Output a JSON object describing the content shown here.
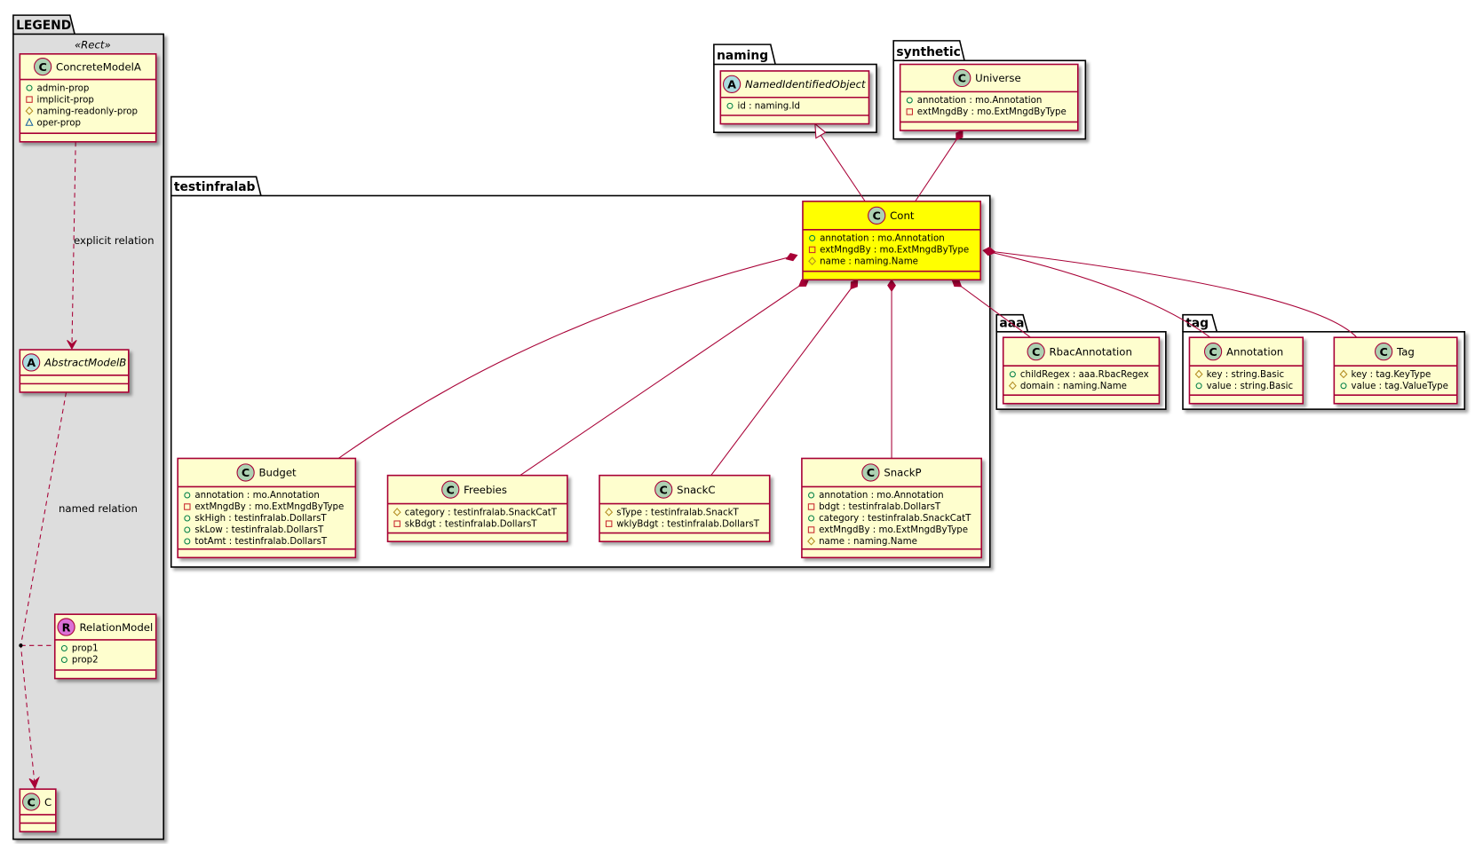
{
  "colors": {
    "class_fill": "#FEFECE",
    "class_border": "#A80036",
    "highlight_fill": "#FFFF00",
    "legend_fill": "#DDDDDD",
    "edge": "#A80036",
    "icon_class": "#ADD1B2",
    "icon_abstract": "#A9DCDF",
    "icon_relation": "#DA70D6",
    "vis_public": "#038048",
    "vis_private": "#C82930",
    "vis_protected": "#B38D22",
    "vis_package": "#1963A0"
  },
  "packages": [
    {
      "id": "legend",
      "label": "LEGEND"
    },
    {
      "id": "naming",
      "label": "naming"
    },
    {
      "id": "synthetic",
      "label": "synthetic"
    },
    {
      "id": "testinfralab",
      "label": "testinfralab"
    },
    {
      "id": "aaa",
      "label": "aaa"
    },
    {
      "id": "tag",
      "label": "tag"
    }
  ],
  "legend": {
    "stereotype": "«Rect»",
    "explicit_relation_label": "explicit relation",
    "named_relation_label": "named relation"
  },
  "classes": [
    {
      "id": "ConcreteModelA",
      "name": "ConcreteModelA",
      "kind": "class",
      "attributes": [
        {
          "vis": "public",
          "text": "admin-prop"
        },
        {
          "vis": "private",
          "text": "implicit-prop"
        },
        {
          "vis": "protected",
          "text": "naming-readonly-prop"
        },
        {
          "vis": "package",
          "text": "oper-prop"
        }
      ]
    },
    {
      "id": "AbstractModelB",
      "name": "AbstractModelB",
      "kind": "abstract",
      "attributes": []
    },
    {
      "id": "RelationModel",
      "name": "RelationModel",
      "kind": "relation",
      "attributes": [
        {
          "vis": "public",
          "text": "prop1"
        },
        {
          "vis": "public",
          "text": "prop2"
        }
      ]
    },
    {
      "id": "C",
      "name": "C",
      "kind": "class",
      "attributes": []
    },
    {
      "id": "NamedIdentifiedObject",
      "name": "NamedIdentifiedObject",
      "kind": "abstract",
      "attributes": [
        {
          "vis": "public",
          "text": "id : naming.Id"
        }
      ]
    },
    {
      "id": "Universe",
      "name": "Universe",
      "kind": "class",
      "attributes": [
        {
          "vis": "public",
          "text": "annotation : mo.Annotation"
        },
        {
          "vis": "private",
          "text": "extMngdBy : mo.ExtMngdByType"
        }
      ]
    },
    {
      "id": "Cont",
      "name": "Cont",
      "kind": "class",
      "highlighted": true,
      "attributes": [
        {
          "vis": "public",
          "text": "annotation : mo.Annotation"
        },
        {
          "vis": "private",
          "text": "extMngdBy : mo.ExtMngdByType"
        },
        {
          "vis": "protected",
          "text": "name : naming.Name"
        }
      ]
    },
    {
      "id": "Budget",
      "name": "Budget",
      "kind": "class",
      "attributes": [
        {
          "vis": "public",
          "text": "annotation : mo.Annotation"
        },
        {
          "vis": "private",
          "text": "extMngdBy : mo.ExtMngdByType"
        },
        {
          "vis": "public",
          "text": "skHigh : testinfralab.DollarsT"
        },
        {
          "vis": "public",
          "text": "skLow : testinfralab.DollarsT"
        },
        {
          "vis": "public",
          "text": "totAmt : testinfralab.DollarsT"
        }
      ]
    },
    {
      "id": "Freebies",
      "name": "Freebies",
      "kind": "class",
      "attributes": [
        {
          "vis": "protected",
          "text": "category : testinfralab.SnackCatT"
        },
        {
          "vis": "private",
          "text": "skBdgt : testinfralab.DollarsT"
        }
      ]
    },
    {
      "id": "SnackC",
      "name": "SnackC",
      "kind": "class",
      "attributes": [
        {
          "vis": "protected",
          "text": "sType : testinfralab.SnackT"
        },
        {
          "vis": "private",
          "text": "wklyBdgt : testinfralab.DollarsT"
        }
      ]
    },
    {
      "id": "SnackP",
      "name": "SnackP",
      "kind": "class",
      "attributes": [
        {
          "vis": "public",
          "text": "annotation : mo.Annotation"
        },
        {
          "vis": "private",
          "text": "bdgt : testinfralab.DollarsT"
        },
        {
          "vis": "public",
          "text": "category : testinfralab.SnackCatT"
        },
        {
          "vis": "private",
          "text": "extMngdBy : mo.ExtMngdByType"
        },
        {
          "vis": "protected",
          "text": "name : naming.Name"
        }
      ]
    },
    {
      "id": "RbacAnnotation",
      "name": "RbacAnnotation",
      "kind": "class",
      "attributes": [
        {
          "vis": "public",
          "text": "childRegex : aaa.RbacRegex"
        },
        {
          "vis": "protected",
          "text": "domain : naming.Name"
        }
      ]
    },
    {
      "id": "Annotation",
      "name": "Annotation",
      "kind": "class",
      "attributes": [
        {
          "vis": "protected",
          "text": "key : string.Basic"
        },
        {
          "vis": "public",
          "text": "value : string.Basic"
        }
      ]
    },
    {
      "id": "Tag",
      "name": "Tag",
      "kind": "class",
      "attributes": [
        {
          "vis": "protected",
          "text": "key : tag.KeyType"
        },
        {
          "vis": "public",
          "text": "value : tag.ValueType"
        }
      ]
    }
  ],
  "relations": [
    {
      "type": "dependency",
      "from": "ConcreteModelA",
      "to": "AbstractModelB",
      "label": "explicit relation"
    },
    {
      "type": "association-class",
      "from": "AbstractModelB",
      "to": "C",
      "via": "RelationModel",
      "label": "named relation"
    },
    {
      "type": "inheritance",
      "from": "Cont",
      "to": "NamedIdentifiedObject"
    },
    {
      "type": "composition",
      "whole": "Universe",
      "part": "Cont"
    },
    {
      "type": "composition",
      "whole": "Cont",
      "part": "Budget"
    },
    {
      "type": "composition",
      "whole": "Cont",
      "part": "Freebies"
    },
    {
      "type": "composition",
      "whole": "Cont",
      "part": "SnackC"
    },
    {
      "type": "composition",
      "whole": "Cont",
      "part": "SnackP"
    },
    {
      "type": "composition",
      "whole": "Cont",
      "part": "RbacAnnotation"
    },
    {
      "type": "composition",
      "whole": "Cont",
      "part": "Annotation"
    },
    {
      "type": "composition",
      "whole": "Cont",
      "part": "Tag"
    }
  ]
}
